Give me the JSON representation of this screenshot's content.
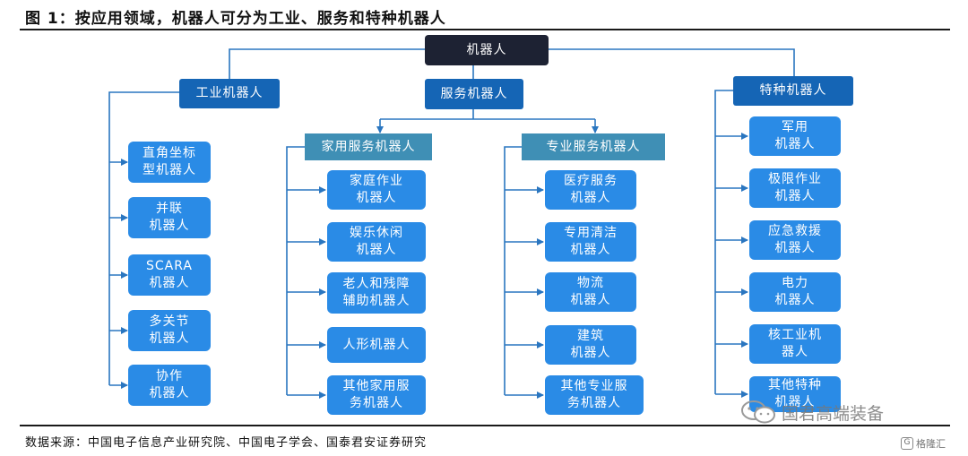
{
  "title": "图 1：按应用领域，机器人可分为工业、服务和特种机器人",
  "root": "机器人",
  "categories": [
    {
      "label": "工业机器人",
      "items": [
        "直角坐标\n型机器人",
        "并联\n机器人",
        "SCARA\n机器人",
        "多关节\n机器人",
        "协作\n机器人"
      ]
    },
    {
      "label": "服务机器人",
      "groups": [
        {
          "label": "家用服务机器人",
          "items": [
            "家庭作业\n机器人",
            "娱乐休闲\n机器人",
            "老人和残障\n辅助机器人",
            "人形机器人",
            "其他家用服\n务机器人"
          ]
        },
        {
          "label": "专业服务机器人",
          "items": [
            "医疗服务\n机器人",
            "专用清洁\n机器人",
            "物流\n机器人",
            "建筑\n机器人",
            "其他专业服\n务机器人"
          ]
        }
      ]
    },
    {
      "label": "特种机器人",
      "items": [
        "军用\n机器人",
        "极限作业\n机器人",
        "应急救援\n机器人",
        "电力\n机器人",
        "核工业机\n器人",
        "其他特种\n机器人"
      ]
    }
  ],
  "source": "数据来源：中国电子信息产业研究院、中国电子学会、国泰君安证券研究",
  "watermark": "国君高端装备",
  "corner_mark": "格隆汇",
  "corner_icon": "G",
  "colors": {
    "root": "#1d2233",
    "category": "#1565b5",
    "group": "#3f8fb5",
    "leaf": "#2a8be6",
    "connector": "#2a76c0"
  }
}
